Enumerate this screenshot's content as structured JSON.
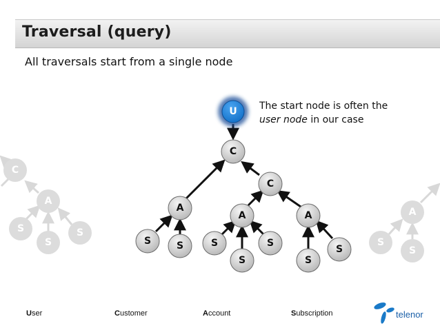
{
  "slide": {
    "title": "Traversal (query)",
    "subtitle": "All traversals start from a single node"
  },
  "annotation": {
    "line1": "The start node is often the",
    "line2_em": "user node",
    "line2_rest": " in our case"
  },
  "nodes": {
    "user": "U",
    "customer": "C",
    "account": "A",
    "subscription": "S"
  },
  "legend": [
    {
      "initial": "U",
      "rest": "ser"
    },
    {
      "initial": "C",
      "rest": "ustomer"
    },
    {
      "initial": "A",
      "rest": "ccount"
    },
    {
      "initial": "S",
      "rest": "ubscription"
    }
  ],
  "brand": {
    "name": "telenor",
    "color": "#1a7ac8"
  },
  "colors": {
    "start_node": "#1e86e0",
    "start_glow": "#1b4f9a",
    "node_fill": "#d6d6d6",
    "ghost": "#dcdcdc"
  }
}
